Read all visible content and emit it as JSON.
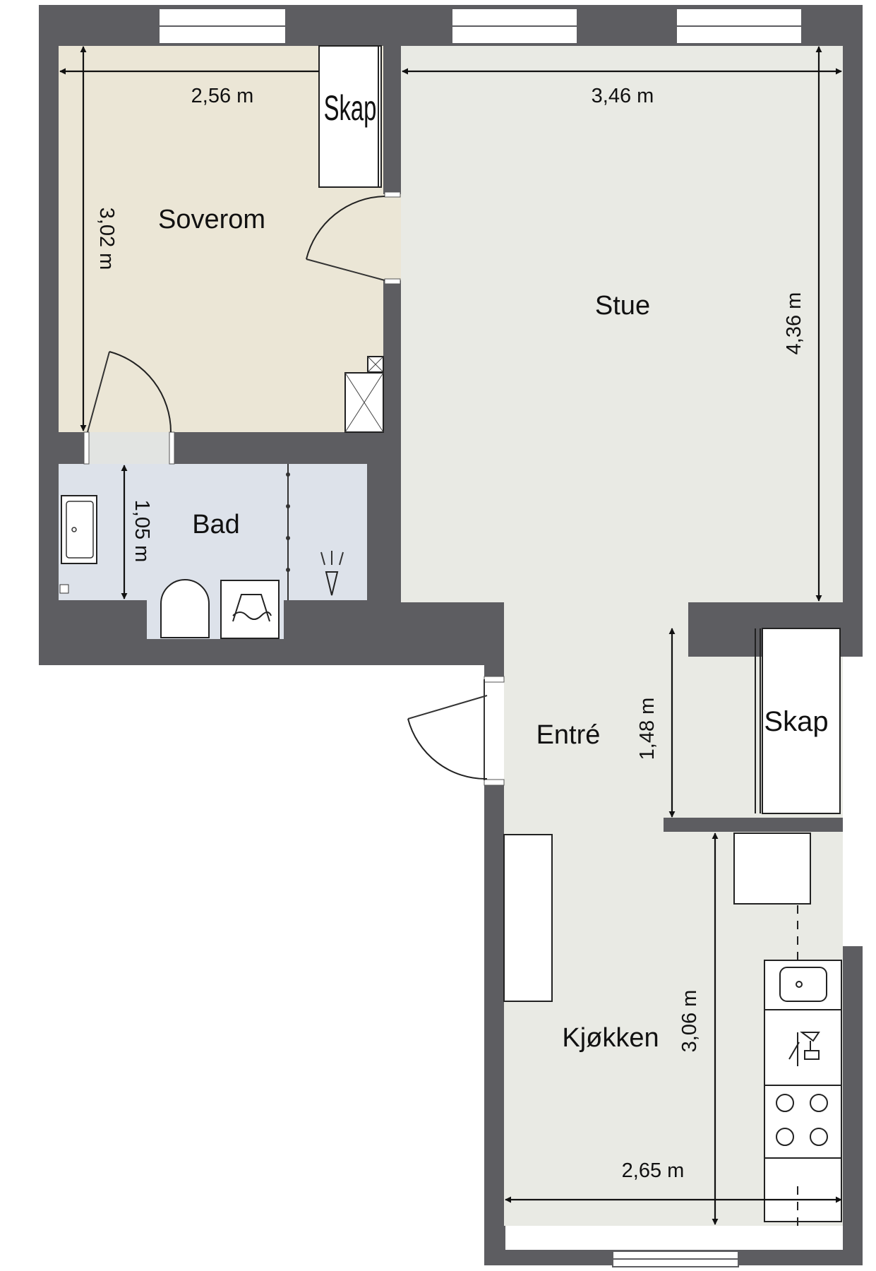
{
  "rooms": {
    "soverom": "Soverom",
    "stue": "Stue",
    "bad": "Bad",
    "entre": "Entré",
    "kjokken": "Kjøkken",
    "skap_soverom": "Skap",
    "skap_entre": "Skap"
  },
  "dimensions": {
    "soverom_width": "2,56 m",
    "soverom_depth": "3,02 m",
    "stue_width": "3,46 m",
    "stue_depth": "4,36 m",
    "bad_depth": "1,05 m",
    "entre_depth": "1,48 m",
    "kjokken_depth": "3,06 m",
    "kjokken_width": "2,65 m"
  },
  "colors": {
    "wall": "#5d5d61",
    "soverom_floor": "#ebe6d6",
    "bad_floor": "#dde2ea",
    "living_floor": "#e9eae4"
  }
}
